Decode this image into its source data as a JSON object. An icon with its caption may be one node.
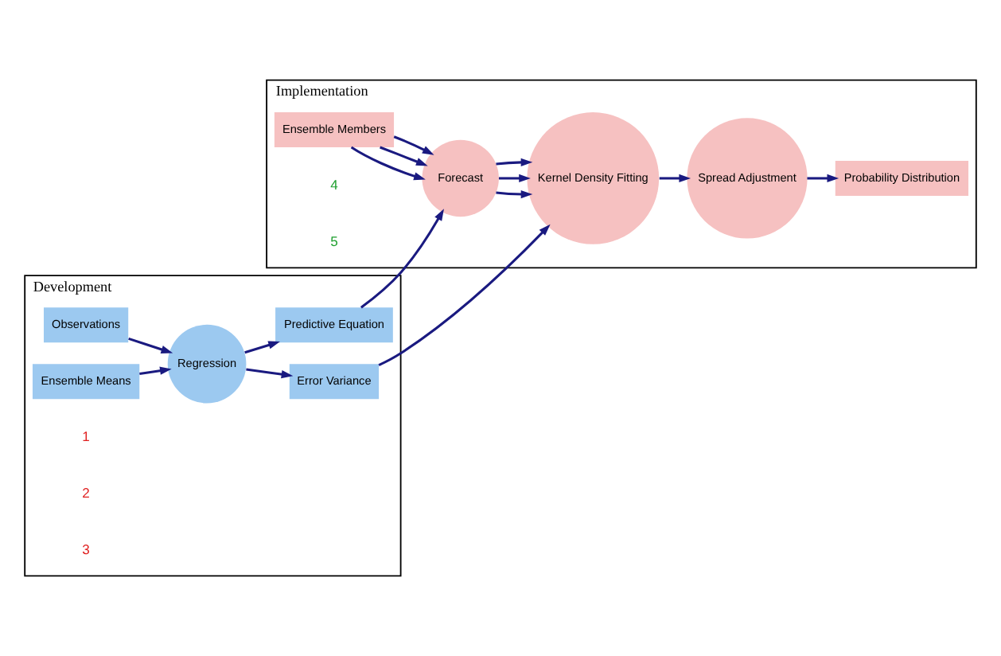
{
  "diagram": {
    "nodes": [
      {
        "text": [
          "Development"
        ]
      },
      {
        "text": [
          "Ensemble Means"
        ],
        "in": 0
      },
      {
        "text": [
          "Observations"
        ],
        "in": 0
      },
      {
        "text": [
          "Regression"
        ],
        "in": 0
      },
      {
        "text": [
          "Predictive Equation"
        ],
        "in": 0
      },
      {
        "text": [
          "Error Variance"
        ],
        "in": 0
      },
      {
        "text": [
          "Implementation"
        ]
      },
      {
        "text": [
          "Ensemble Members"
        ],
        "in": 6
      },
      {
        "text": [
          "Forecast"
        ],
        "in": 6
      },
      {
        "text": [
          "Kernel Density Fitting"
        ],
        "in": 6
      },
      {
        "text": [
          "Spread Adjustment"
        ],
        "in": 6
      },
      {
        "text": [
          "Probability Distribution"
        ],
        "in": 6
      }
    ],
    "edges": [
      {
        "from": 1,
        "to": 3,
        "arrow": "to"
      },
      {
        "from": 2,
        "to": 3,
        "arrow": "to"
      },
      {
        "from": 3,
        "to": 5,
        "arrow": "to"
      },
      {
        "from": 3,
        "to": 4,
        "arrow": "to"
      },
      {
        "from": 4,
        "to": 8,
        "arrow": "to"
      },
      {
        "from": 5,
        "to": 9,
        "arrow": "to"
      },
      {
        "from": 7,
        "to": 8,
        "arrow": "to"
      },
      {
        "from": 7,
        "to": 8,
        "arrow": "to"
      },
      {
        "from": 7,
        "to": 8,
        "arrow": "to"
      },
      {
        "from": 8,
        "to": 9,
        "arrow": "to"
      },
      {
        "from": 8,
        "to": 9,
        "arrow": "to"
      },
      {
        "from": 8,
        "to": 9,
        "arrow": "to"
      },
      {
        "from": 9,
        "to": 10,
        "arrow": "to"
      },
      {
        "from": 10,
        "to": 11,
        "arrow": "to"
      }
    ],
    "labels": [
      "1",
      "2",
      "3",
      "4",
      "5"
    ]
  }
}
